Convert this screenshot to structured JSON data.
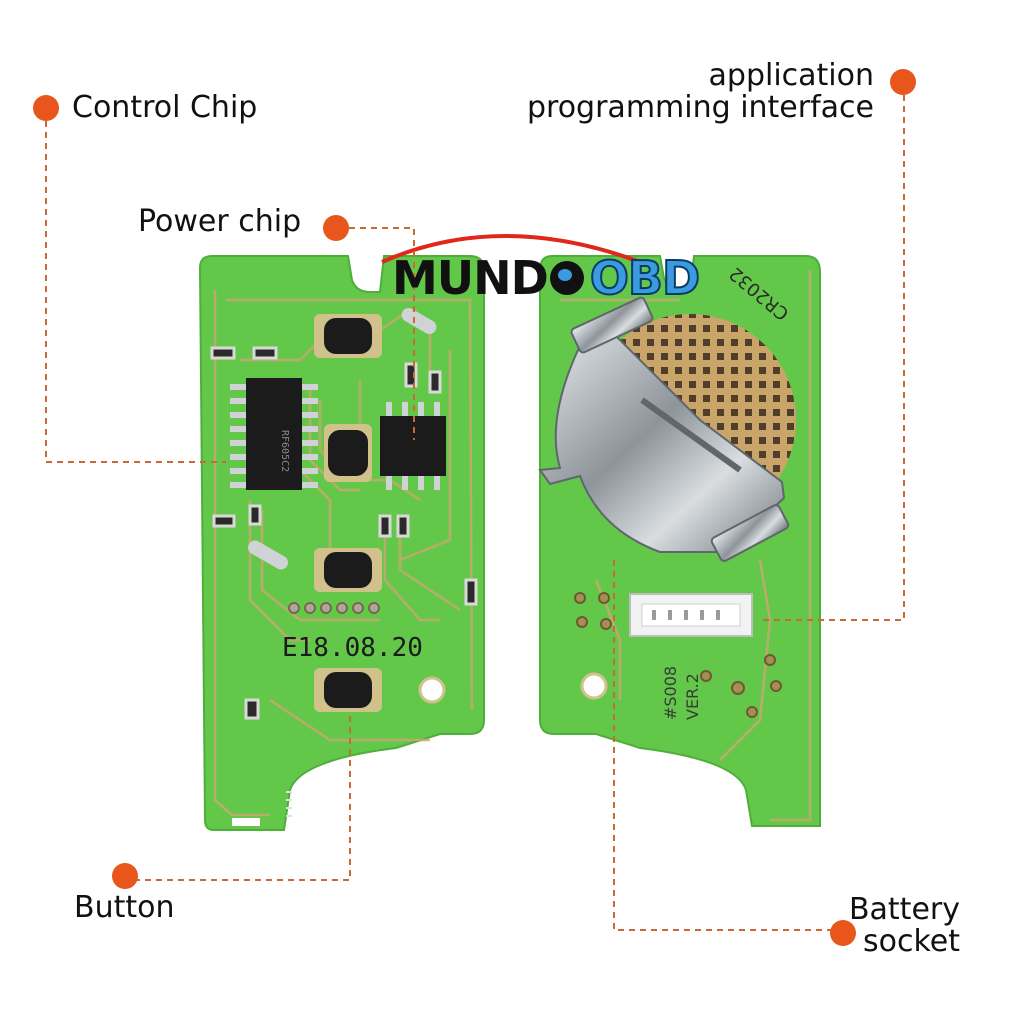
{
  "labels": {
    "control_chip": "Control Chip",
    "power_chip": "Power chip",
    "api_line1": "application",
    "api_line2": "programming interface",
    "button": "Button",
    "battery_line1": "Battery",
    "battery_line2": "socket"
  },
  "logo": {
    "part1": "MUND",
    "part2": "OBD"
  },
  "pcb_text": {
    "date": "E18.08.20",
    "battery_model": "CR2032",
    "board_code": "#S008",
    "board_ver": "VER.2",
    "chip_marking": "RF605C2"
  },
  "colors": {
    "pcb_green": "#63c84a",
    "pcb_trace": "#c8a870",
    "marker": "#e8561c",
    "chip_black": "#1b1b1b",
    "metal": "#9aa0a6"
  }
}
